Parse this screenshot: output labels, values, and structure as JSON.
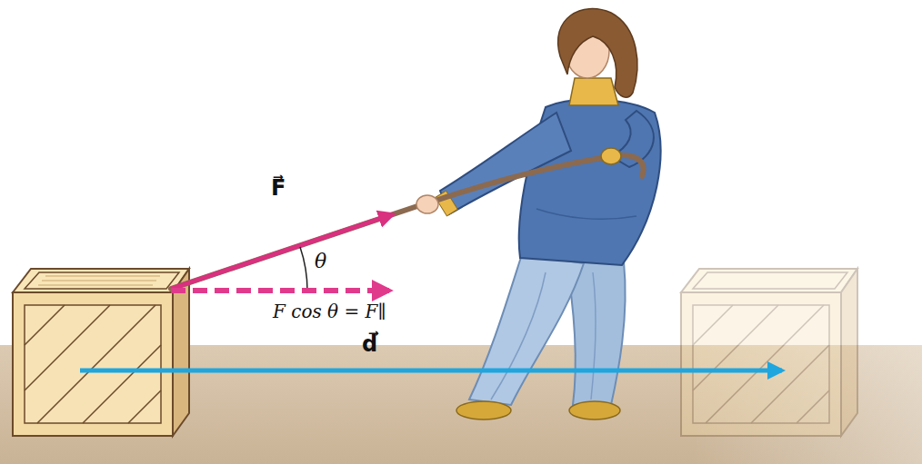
{
  "diagram": {
    "labels": [
      "F⃗",
      "θ",
      "F cos θ = F∥",
      "d⃗"
    ]
  }
}
